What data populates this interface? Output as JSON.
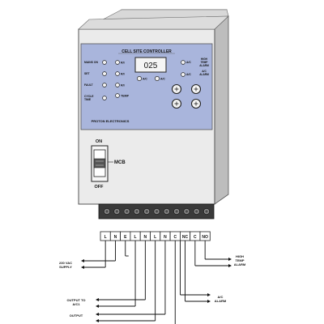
{
  "panel": {
    "title": "CELL SITE CONTROLLER",
    "display_value": "025",
    "brand": "PROTON ELECTRONICS",
    "left_leds": [
      {
        "label": "MAINS ON"
      },
      {
        "label": "SET"
      },
      {
        "label": "FAULT"
      },
      {
        "label": "CYCLE TIME"
      }
    ],
    "mid_leds": [
      {
        "label": "R/I"
      },
      {
        "label": "R/I"
      },
      {
        "label": "R/I"
      },
      {
        "label": "TEMP"
      }
    ],
    "mid_buttons": [
      "A/C",
      "A/C"
    ],
    "right_indicators": [
      {
        "label": "HIGH TEMP ALARM"
      },
      {
        "label": "A/C ALARM"
      }
    ],
    "right_buttons": [
      "",
      "",
      "",
      ""
    ]
  },
  "breaker": {
    "on_label": "ON",
    "off_label": "OFF",
    "mcb_label": "MCB"
  },
  "terminals": [
    "L",
    "N",
    "E",
    "L",
    "N",
    "L",
    "N",
    "C",
    "NC",
    "C",
    "NO"
  ],
  "wire_labels": {
    "supply": "230 VAC SUPPLY",
    "output1": "OUTPUT TO A/C1",
    "output2": "OUTPUT",
    "ac_alarm": "A/C ALARM",
    "high_temp": "HIGH TEMP ALARM"
  },
  "colors": {
    "panel_blue": "#a9b5dc",
    "body_gray": "#ebebeb",
    "terminal_strip": "#3a3a3a"
  }
}
